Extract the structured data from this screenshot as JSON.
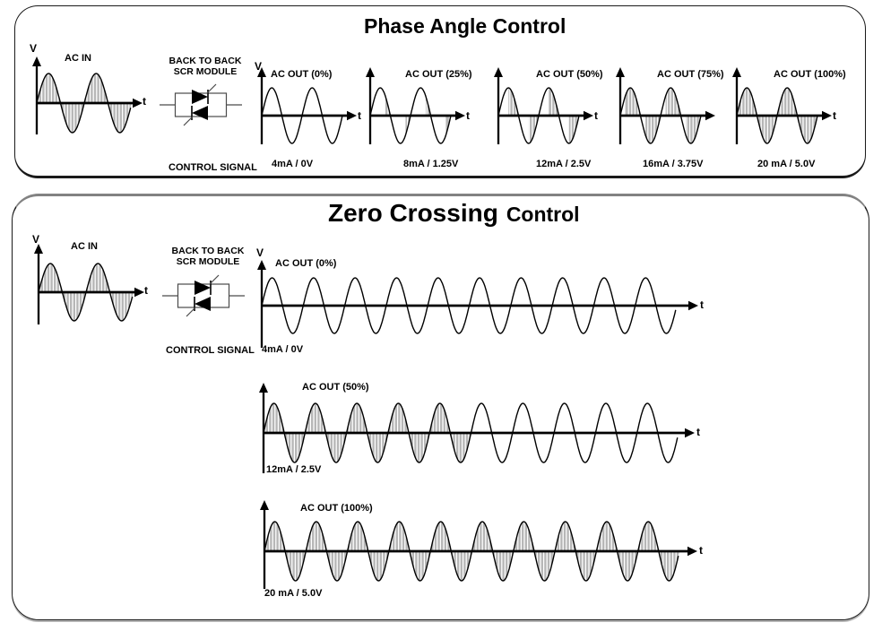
{
  "titles": {
    "phase": "Phase Angle Control",
    "zero_main": "Zero Crossing",
    "zero_suffix": "Control"
  },
  "shared": {
    "ac_in": "AC IN",
    "v_axis": "V",
    "t_axis": "t",
    "scr_line1": "BACK TO BACK",
    "scr_line2": "SCR MODULE",
    "control_signal": "CONTROL SIGNAL"
  },
  "phase_outputs": [
    {
      "label": "AC OUT (0%)",
      "signal": "4mA / 0V"
    },
    {
      "label": "AC OUT (25%)",
      "signal": "8mA / 1.25V"
    },
    {
      "label": "AC OUT (50%)",
      "signal": "12mA / 2.5V"
    },
    {
      "label": "AC OUT (75%)",
      "signal": "16mA / 3.75V"
    },
    {
      "label": "AC OUT (100%)",
      "signal": "20 mA / 5.0V"
    }
  ],
  "zero_outputs": [
    {
      "label": "AC OUT (0%)",
      "signal": "4mA / 0V"
    },
    {
      "label": "AC OUT (50%)",
      "signal": "12mA / 2.5V"
    },
    {
      "label": "AC OUT (100%)",
      "signal": "20 mA / 5.0V"
    }
  ],
  "waves": {
    "phase_ac_in": {
      "cycles": 2,
      "mode": "phase",
      "shade": 1
    },
    "phase_out_0": {
      "cycles": 2,
      "mode": "phase",
      "shade": 0
    },
    "phase_out_25": {
      "cycles": 2,
      "mode": "phase",
      "shade": 0.25
    },
    "phase_out_50": {
      "cycles": 2,
      "mode": "phase",
      "shade": 0.5
    },
    "phase_out_75": {
      "cycles": 2,
      "mode": "phase",
      "shade": 0.75
    },
    "phase_out_100": {
      "cycles": 2,
      "mode": "phase",
      "shade": 1
    },
    "zero_ac_in": {
      "cycles": 2,
      "mode": "phase",
      "shade": 1
    },
    "zero_out_0": {
      "cycles": 10,
      "mode": "burst",
      "shade": 0
    },
    "zero_out_50": {
      "cycles": 10,
      "mode": "burst",
      "shade": 0.5
    },
    "zero_out_100": {
      "cycles": 10,
      "mode": "burst",
      "shade": 1
    }
  },
  "colors": {
    "shade_fill": "#b6b6b6",
    "stripe": "#ffffff",
    "line": "#000000",
    "axis": "#000000",
    "module_line": "#4a4a4a"
  }
}
